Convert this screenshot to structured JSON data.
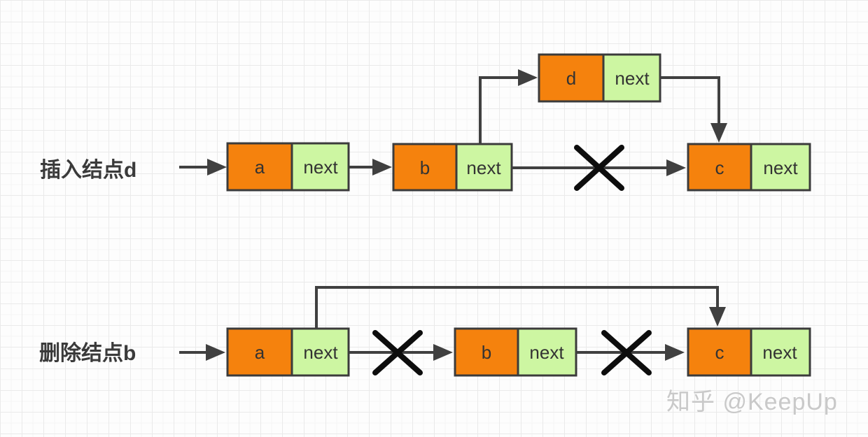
{
  "rows": [
    {
      "label": "插入结点d",
      "nodes": [
        {
          "data": "a",
          "pointer": "next"
        },
        {
          "data": "b",
          "pointer": "next"
        },
        {
          "data": "d",
          "pointer": "next"
        },
        {
          "data": "c",
          "pointer": "next"
        }
      ]
    },
    {
      "label": "删除结点b",
      "nodes": [
        {
          "data": "a",
          "pointer": "next"
        },
        {
          "data": "b",
          "pointer": "next"
        },
        {
          "data": "c",
          "pointer": "next"
        }
      ]
    }
  ],
  "watermark": "知乎 @KeepUp",
  "colors": {
    "data_cell_fill": "#F5820D",
    "pointer_cell_fill": "#CDF6A2",
    "node_border": "#3B3B3B",
    "connector": "#404040",
    "arrowhead": "#404040",
    "cross": "#0D0D0D",
    "label_text": "#3A3A3A",
    "node_text": "#333333",
    "watermark_text": "#C9C9C9",
    "grid_line": "#EAEAEA",
    "canvas_bg": "#FDFDFD"
  }
}
